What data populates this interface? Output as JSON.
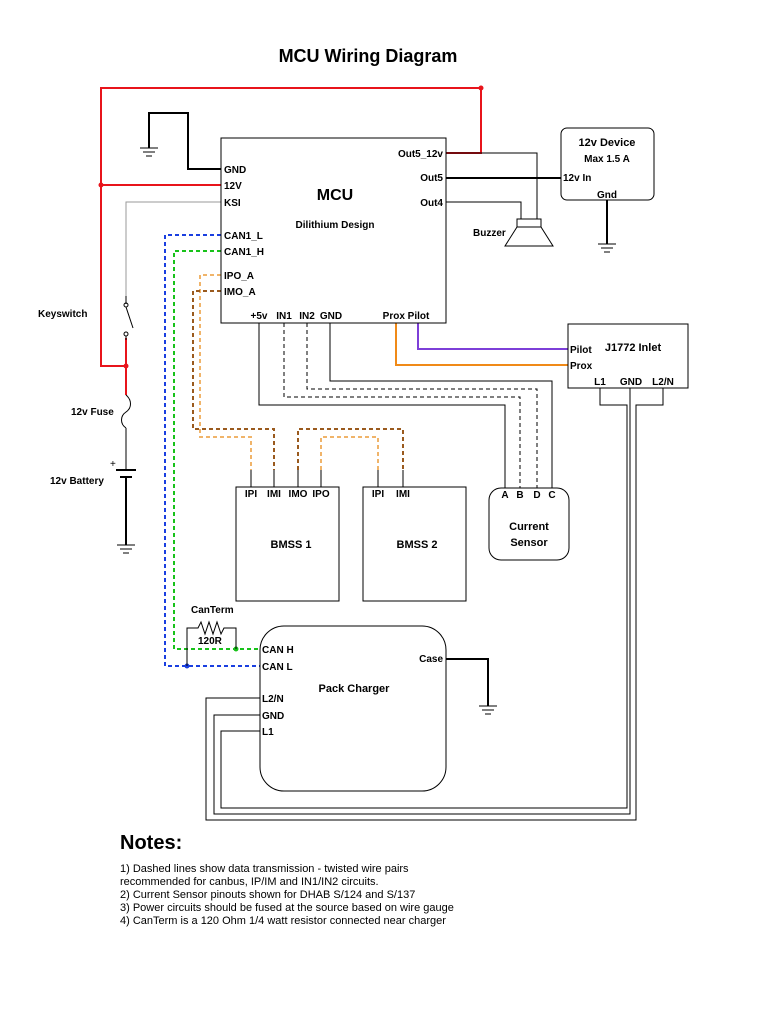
{
  "title": "MCU Wiring Diagram",
  "mcu": {
    "name": "MCU",
    "maker": "Dilithium Design",
    "pins_left": [
      "GND",
      "12V",
      "KSI",
      "CAN1_L",
      "CAN1_H",
      "IPO_A",
      "IMO_A"
    ],
    "pins_right": [
      "Out5_12v",
      "Out5",
      "Out4"
    ],
    "pins_bottom": [
      "+5v",
      "IN1",
      "IN2",
      "GND",
      "Prox Pilot"
    ]
  },
  "device": {
    "name": "12v Device",
    "rating": "Max 1.5 A",
    "in_label": "12v In",
    "gnd_label": "Gnd"
  },
  "buzzer": "Buzzer",
  "keyswitch": "Keyswitch",
  "fuse": "12v Fuse",
  "battery": "12v Battery",
  "battery_plus": "+",
  "inlet": {
    "name": "J1772 Inlet",
    "pins_left": [
      "Pilot",
      "Prox"
    ],
    "pins_bottom": [
      "L1",
      "GND",
      "L2/N"
    ]
  },
  "bmss1": {
    "name": "BMSS 1",
    "pins": [
      "IPI",
      "IMI",
      "IMO",
      "IPO"
    ]
  },
  "bmss2": {
    "name": "BMSS 2",
    "pins": [
      "IPI",
      "IMI"
    ]
  },
  "current_sensor": {
    "name_line1": "Current",
    "name_line2": "Sensor",
    "pins": [
      "A",
      "B",
      "D",
      "C"
    ]
  },
  "canterm": {
    "name": "CanTerm",
    "value": "120R"
  },
  "charger": {
    "name": "Pack Charger",
    "pins": [
      "CAN H",
      "CAN L",
      "L2/N",
      "GND",
      "L1"
    ],
    "case_label": "Case"
  },
  "notes": {
    "heading": "Notes:",
    "lines": [
      "1) Dashed lines show data transmission - twisted wire pairs",
      "recommended for canbus, IP/IM and IN1/IN2 circuits.",
      "2) Current Sensor pinouts shown for DHAB S/124 and S/137",
      "3) Power circuits should be fused at the source based on wire gauge",
      "4) CanTerm is a 120 Ohm 1/4 watt resistor connected near charger"
    ]
  },
  "colors": {
    "power_12v": "#e8141b",
    "can_l": "#1a3fe0",
    "can_h": "#18c21a",
    "ipo": "#f0b46a",
    "imo": "#9a5a1e",
    "ksi": "#9a9a9a",
    "pilot": "#7d3fd8",
    "prox": "#f08a18"
  }
}
